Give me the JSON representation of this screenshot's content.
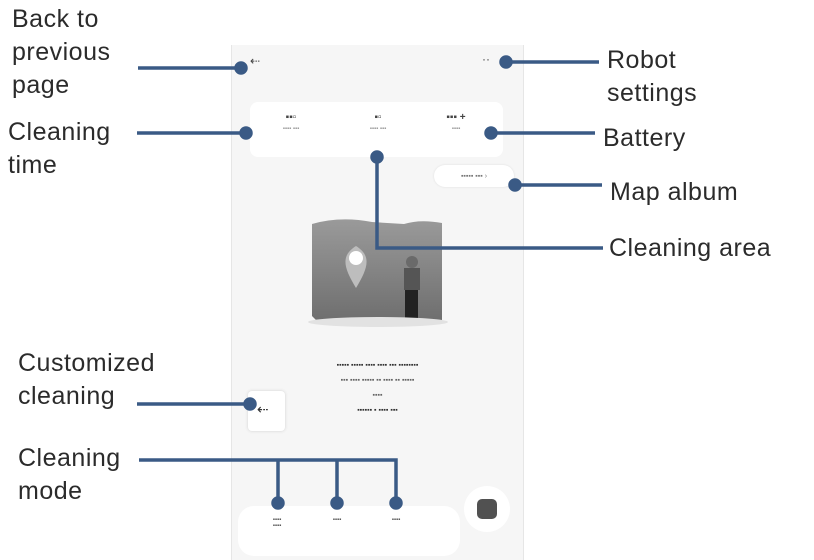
{
  "callouts": {
    "back": "Back to\nprevious\npage",
    "cleaning_time": "Cleaning\ntime",
    "customized": "Customized\ncleaning",
    "mode": "Cleaning\nmode",
    "robot_settings": "Robot\nsettings",
    "battery": "Battery",
    "map_album": "Map album",
    "cleaning_area": "Cleaning area"
  },
  "colors": {
    "accent": "#3a5a85",
    "screen": "#f6f6f6",
    "text": "#2b2b2b"
  }
}
